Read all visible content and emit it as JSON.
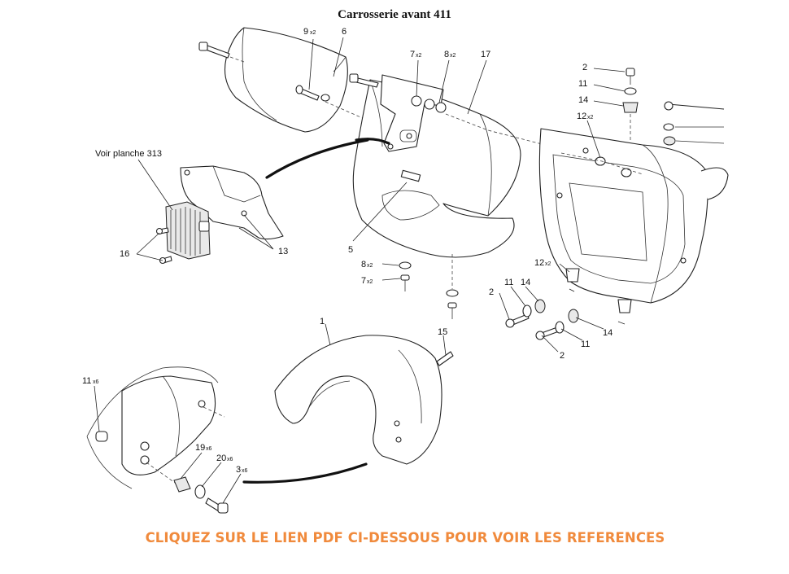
{
  "title": "Carrosserie avant 411",
  "cta_text": "CLIQUEZ SUR LE LIEN PDF CI-DESSOUS POUR VOIR LES REFERENCES",
  "colors": {
    "cta": "#f08a3c",
    "lines": "#222222",
    "background": "#ffffff"
  },
  "reference": "Voir planche 313",
  "labels": {
    "p1": "1",
    "p2a": "2",
    "p2b": "2",
    "p2c": "2",
    "p3": "3",
    "p3q": "x6",
    "p5": "5",
    "p6": "6",
    "p7a": "7",
    "p7aq": "x2",
    "p7b": "7",
    "p7bq": "x2",
    "p8a": "8",
    "p8aq": "x2",
    "p8b": "8",
    "p8bq": "x2",
    "p9": "9",
    "p9q": "x2",
    "p11a": "11",
    "p11b": "11",
    "p11c": "11",
    "p11d": "11",
    "p11dq": "x6",
    "p12a": "12",
    "p12aq": "x2",
    "p12b": "12",
    "p12bq": "x2",
    "p13": "13",
    "p14a": "14",
    "p14b": "14",
    "p14c": "14",
    "p15": "15",
    "p16": "16",
    "p17": "17",
    "p19": "19",
    "p19q": "x6",
    "p20": "20",
    "p20q": "x6"
  }
}
